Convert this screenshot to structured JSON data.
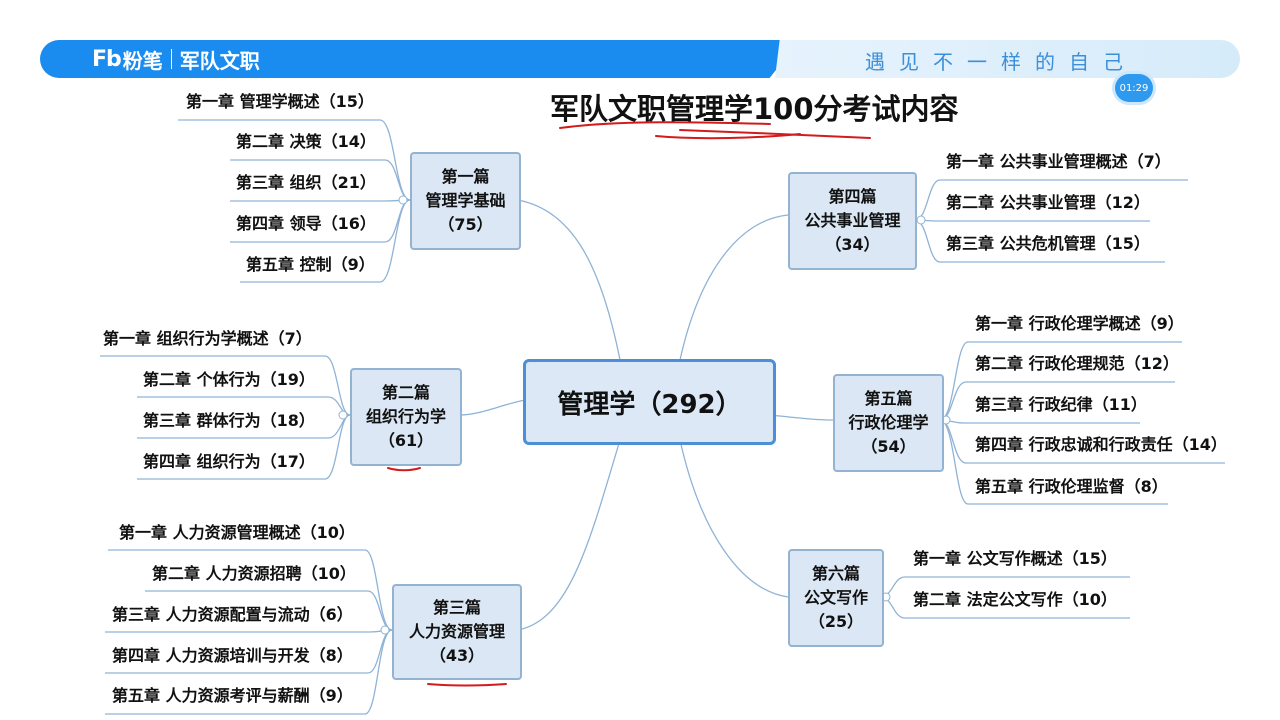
{
  "header": {
    "logo": "Fb",
    "brand": "粉笔",
    "sub": "军队文职",
    "slogan": "遇见不一样的自己",
    "timer": "01:29",
    "brand_color": "#1a8cf0"
  },
  "title": "军队文职管理学100分考试内容",
  "center": "管理学（292）",
  "parts": [
    {
      "id": "p1",
      "name": "第一篇",
      "title": "管理学基础",
      "score": "（75）",
      "chapters": [
        "第一章 管理学概述（15）",
        "第二章 决策（14）",
        "第三章 组织（21）",
        "第四章 领导（16）",
        "第五章 控制（9）"
      ]
    },
    {
      "id": "p2",
      "name": "第二篇",
      "title": "组织行为学",
      "score": "（61）",
      "chapters": [
        "第一章 组织行为学概述（7）",
        "第二章 个体行为（19）",
        "第三章 群体行为（18）",
        "第四章 组织行为（17）"
      ]
    },
    {
      "id": "p3",
      "name": "第三篇",
      "title": "人力资源管理",
      "score": "（43）",
      "chapters": [
        "第一章 人力资源管理概述（10）",
        "第二章 人力资源招聘（10）",
        "第三章 人力资源配置与流动（6）",
        "第四章 人力资源培训与开发（8）",
        "第五章 人力资源考评与薪酬（9）"
      ]
    },
    {
      "id": "p4",
      "name": "第四篇",
      "title": "公共事业管理",
      "score": "（34）",
      "chapters": [
        "第一章 公共事业管理概述（7）",
        "第二章 公共事业管理（12）",
        "第三章 公共危机管理（15）"
      ]
    },
    {
      "id": "p5",
      "name": "第五篇",
      "title": "行政伦理学",
      "score": "（54）",
      "chapters": [
        "第一章 行政伦理学概述（9）",
        "第二章 行政伦理规范（12）",
        "第三章 行政纪律（11）",
        "第四章 行政忠诚和行政责任（14）",
        "第五章 行政伦理监督（8）"
      ]
    },
    {
      "id": "p6",
      "name": "第六篇",
      "title": "公文写作",
      "score": "（25）",
      "chapters": [
        "第一章 公文写作概述（15）",
        "第二章 法定公文写作（10）"
      ]
    }
  ]
}
